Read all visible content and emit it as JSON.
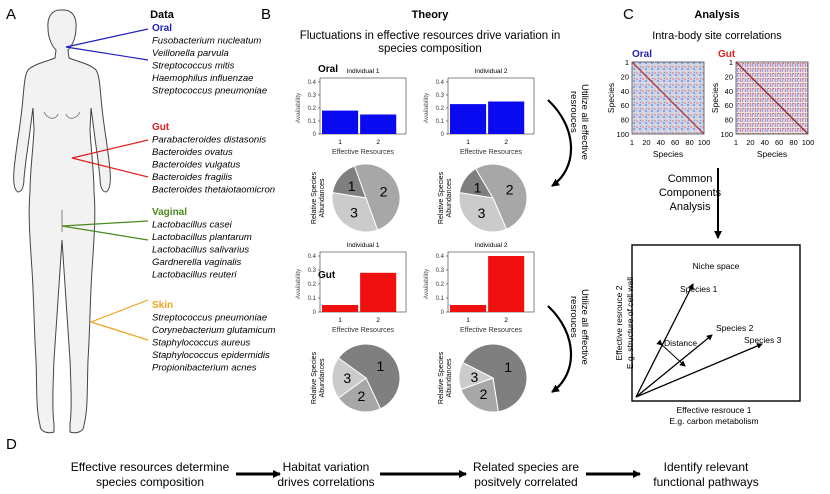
{
  "panel_letters": {
    "a": "A",
    "b": "B",
    "c": "C",
    "d": "D"
  },
  "colors": {
    "oral": "#1f1fbf",
    "gut": "#e02020",
    "vaginal": "#4a8a1e",
    "skin": "#f0a21e",
    "bar_oral": "#0a0af0",
    "bar_gut": "#f01010"
  },
  "panel_a": {
    "title": "Data",
    "groups": [
      {
        "name": "Oral",
        "color": "#1f1fbf",
        "species": [
          "Fusobacterium nucleatum",
          "Veillonella parvula",
          "Streptococcus mitis",
          "Haemophilus influenzae",
          "Streptococcus pneumoniae"
        ]
      },
      {
        "name": "Gut",
        "color": "#e02020",
        "species": [
          "Parabacteroides distasonis",
          "Bacteroides ovatus",
          "Bacteroides vulgatus",
          "Bacteroides fragilis",
          "Bacteroides thetaiotaomicron"
        ]
      },
      {
        "name": "Vaginal",
        "color": "#4a8a1e",
        "species": [
          "Lactobacillus casei",
          "Lactobacillus plantarum",
          "Lactobacillus salivarius",
          "Gardnerella vaginalis",
          "Lactobacillus reuteri"
        ]
      },
      {
        "name": "Skin",
        "color": "#f0a21e",
        "species": [
          "Streptococcus pneumoniae",
          "Corynebacterium glutamicum",
          "Staphylococcus aureus",
          "Staphylococcus epidermidis",
          "Propionibacterium acnes"
        ]
      }
    ]
  },
  "panel_b": {
    "title": "Theory",
    "subtitle_line1": "Fluctuations in effective resources drive variation in",
    "subtitle_line2": "species composition",
    "ylabel": "Availability",
    "xlabel": "Effective Resources",
    "pie_label_line1": "Relative Species",
    "pie_label_line2": "Abundances",
    "arrow_text_line1": "Utilize all effective",
    "arrow_text_line2": "resrouces",
    "individual1": "Individual 1",
    "individual2": "Individual 2",
    "tick_labels": [
      "0",
      "0.1",
      "0.2",
      "0.3",
      "0.4"
    ],
    "categories": [
      "1",
      "2"
    ],
    "oral_label": "Oral",
    "gut_label": "Gut"
  },
  "chart_data": [
    {
      "type": "bar",
      "site": "Oral",
      "individual": "Individual 1",
      "categories": [
        "1",
        "2"
      ],
      "values": [
        0.18,
        0.15
      ],
      "ylim": [
        0,
        0.4
      ],
      "xlabel": "Effective Resources",
      "ylabel": "Availability"
    },
    {
      "type": "bar",
      "site": "Oral",
      "individual": "Individual 2",
      "categories": [
        "1",
        "2"
      ],
      "values": [
        0.23,
        0.25
      ],
      "ylim": [
        0,
        0.4
      ],
      "xlabel": "Effective Resources",
      "ylabel": "Availability"
    },
    {
      "type": "bar",
      "site": "Gut",
      "individual": "Individual 1",
      "categories": [
        "1",
        "2"
      ],
      "values": [
        0.05,
        0.28
      ],
      "ylim": [
        0,
        0.4
      ],
      "xlabel": "Effective Resources",
      "ylabel": "Availability"
    },
    {
      "type": "bar",
      "site": "Gut",
      "individual": "Individual 2",
      "categories": [
        "1",
        "2"
      ],
      "values": [
        0.05,
        0.4
      ],
      "ylim": [
        0,
        0.4
      ],
      "xlabel": "Effective Resources",
      "ylabel": "Availability"
    },
    {
      "type": "pie",
      "site": "Oral",
      "individual": "Individual 1",
      "labels": [
        "1",
        "2",
        "3"
      ],
      "values": [
        0.17,
        0.5,
        0.33
      ]
    },
    {
      "type": "pie",
      "site": "Oral",
      "individual": "Individual 2",
      "labels": [
        "1",
        "2",
        "3"
      ],
      "values": [
        0.14,
        0.52,
        0.34
      ]
    },
    {
      "type": "pie",
      "site": "Gut",
      "individual": "Individual 1",
      "labels": [
        "1",
        "2",
        "3"
      ],
      "values": [
        0.58,
        0.22,
        0.2
      ]
    },
    {
      "type": "pie",
      "site": "Gut",
      "individual": "Individual 2",
      "labels": [
        "1",
        "2",
        "3"
      ],
      "values": [
        0.65,
        0.22,
        0.13
      ]
    }
  ],
  "panel_c": {
    "title": "Analysis",
    "subtitle": "Intra-body site correlations",
    "oral_label": "Oral",
    "gut_label": "Gut",
    "axis_label": "Species",
    "ticks": [
      "1",
      "20",
      "40",
      "60",
      "80",
      "100"
    ],
    "ccl_line1": "Common",
    "ccl_line2": "Components",
    "ccl_line3": "Analysis",
    "niche_title": "Niche space",
    "x_axis_line1": "Effective resrouce 1",
    "x_axis_line2": "E.g. carbon metabolism",
    "y_axis_line1": "Effective resrouce 2",
    "y_axis_line2": "E.g. structure of cell wall",
    "species": [
      "Species 1",
      "Species 2",
      "Species 3"
    ],
    "distance": "Distance"
  },
  "panel_d": {
    "steps_line1": [
      "Effective resources determine",
      "Habitat variation",
      "Related species are",
      "Identify relevant"
    ],
    "steps_line2": [
      "species composition",
      "drives correlations",
      "positvely correlated",
      "functional pathways"
    ]
  }
}
